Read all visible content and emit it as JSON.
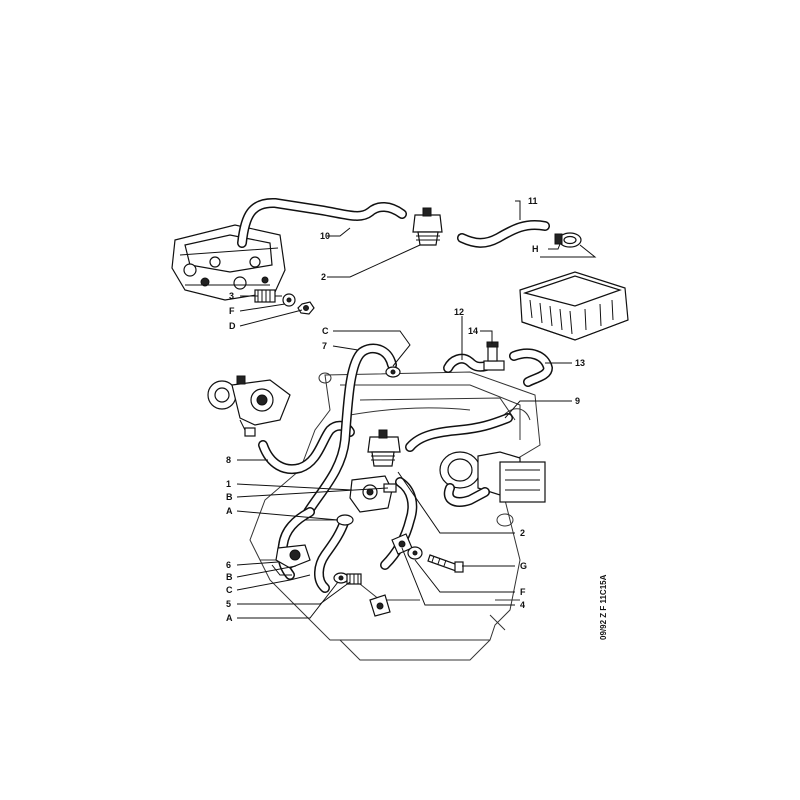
{
  "diagram": {
    "reference_code": "09/92 Z F 11C15A",
    "callouts": {
      "n10": "10",
      "n2_top": "2",
      "n3": "3",
      "nF_top": "F",
      "nD": "D",
      "n11": "11",
      "nH": "H",
      "nC_top": "C",
      "n7": "7",
      "n12": "12",
      "n14": "14",
      "n13": "13",
      "n9": "9",
      "n8": "8",
      "n1": "1",
      "nB_top": "B",
      "nA_top": "A",
      "n6": "6",
      "nB_bot": "B",
      "nC_bot": "C",
      "n5": "5",
      "nA_bot": "A",
      "n2_bot": "2",
      "nG": "G",
      "nF_bot": "F",
      "n4": "4"
    }
  }
}
